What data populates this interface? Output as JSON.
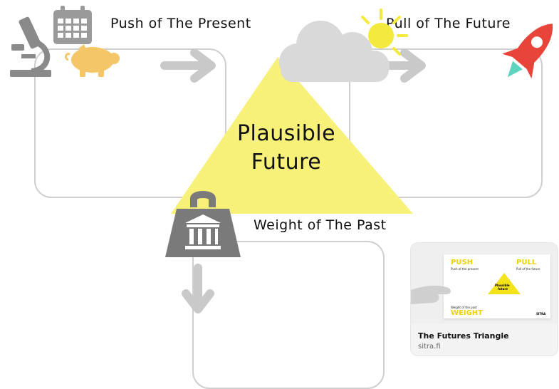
{
  "diagram": {
    "push_label": "Push of The Present",
    "pull_label": "Pull of The Future",
    "weight_label": "Weight of The Past",
    "center_line1": "Plausible",
    "center_line2": "Future"
  },
  "link_card": {
    "title": "The Futures Triangle",
    "domain": "sitra.fi",
    "thumb": {
      "push_word": "PUSH",
      "push_sub": "Push of the present",
      "pull_word": "PULL",
      "pull_sub": "Pull of the future",
      "center_line1": "Plausible",
      "center_line2": "future",
      "weight_sub": "Weight of the past",
      "weight_word": "WEIGHT",
      "brand": "SITRA"
    }
  },
  "colors": {
    "triangle": "#f7f17a",
    "box_border": "#cfcfcf",
    "arrow": "#c9c9c9",
    "icon_gray": "#8a8a8a",
    "piggy": "#f5c668",
    "rocket": "#e8443a",
    "sun": "#f4ea3e",
    "cloud": "#d9d9d9"
  }
}
